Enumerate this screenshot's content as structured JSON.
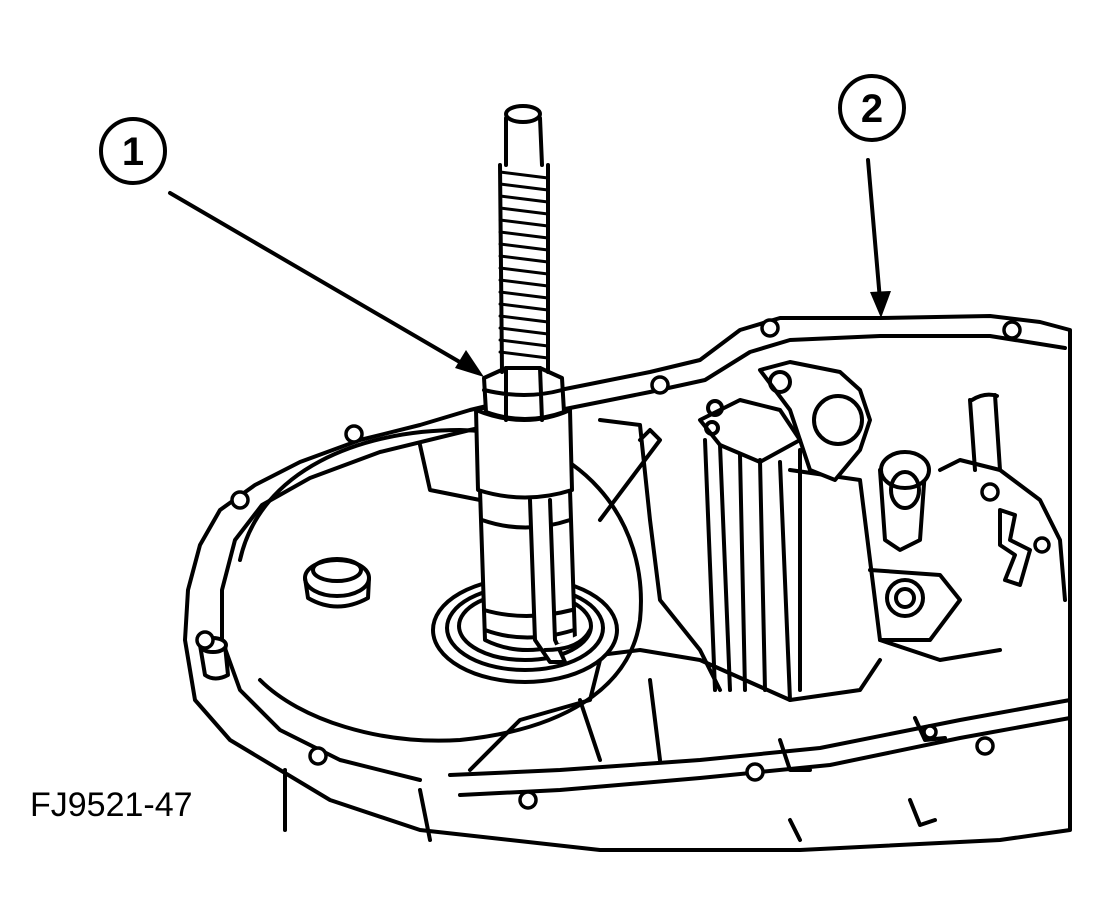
{
  "callouts": [
    {
      "label": "1",
      "part": "special-tool"
    },
    {
      "label": "2",
      "part": "transmission-case"
    }
  ],
  "figure_code": "FJ9521-47",
  "colors": {
    "ink": "#000000",
    "paper": "#ffffff"
  }
}
